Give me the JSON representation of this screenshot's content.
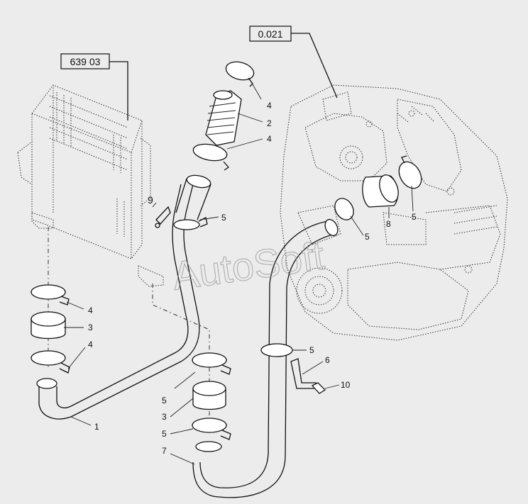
{
  "references": {
    "ref_left": "639 03",
    "ref_right": "0.021"
  },
  "watermark": "AutoSoft",
  "callouts": {
    "c1": "1",
    "c2": "2",
    "c3a": "3",
    "c3b": "3",
    "c4a": "4",
    "c4b": "4",
    "c4c": "4",
    "c4d": "4",
    "c5a": "5",
    "c5b": "5",
    "c5c": "5",
    "c5d": "5",
    "c5e": "5",
    "c5f": "5",
    "c6": "6",
    "c7": "7",
    "c8": "8",
    "c9": "9",
    "c10": "10"
  }
}
